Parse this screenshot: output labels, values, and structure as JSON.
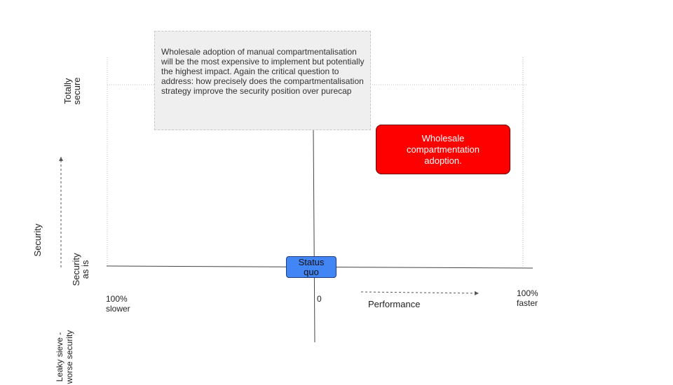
{
  "diagram": {
    "note": "Wholesale adoption of manual compartmentalisation will be the most expensive to implement but potentially the highest impact. Again the critical question to address: how precisely does the compartmentalisation strategy improve the security position over purecap",
    "red_box": "Wholesale compartmentation adoption.",
    "blue_box": "Status quo",
    "y_axis": {
      "title": "Security",
      "top_label": "Totally secure",
      "middle_label": "Security as is",
      "bottom_label": "Leaky sieve - worse security"
    },
    "x_axis": {
      "title": "Performance",
      "left_label": "100% slower",
      "center_label": "0",
      "right_label": "100% faster"
    },
    "colors": {
      "note_bg": "#efefef",
      "red_box": "#ff0000",
      "blue_box": "#4285f4"
    }
  }
}
